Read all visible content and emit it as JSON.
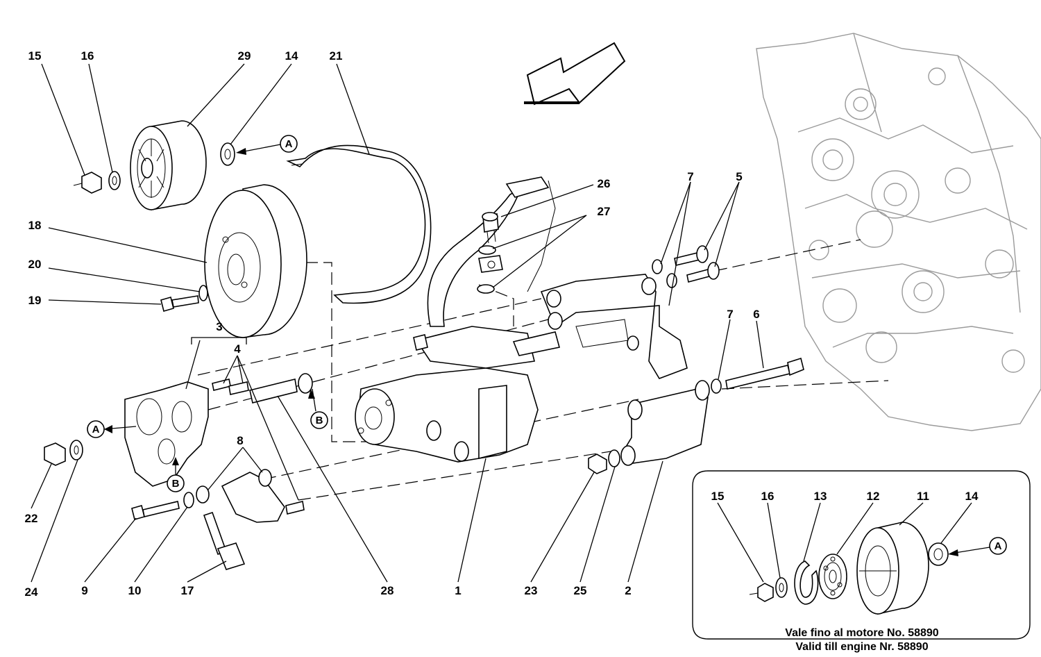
{
  "callouts": {
    "c15": "15",
    "c16": "16",
    "c29": "29",
    "c14": "14",
    "c21": "21",
    "c26": "26",
    "c27": "27",
    "c7a": "7",
    "c5": "5",
    "c18": "18",
    "c20": "20",
    "c19": "19",
    "c3": "3",
    "c4": "4",
    "c7b": "7",
    "c6": "6",
    "c8": "8",
    "c22": "22",
    "c24": "24",
    "c9": "9",
    "c10": "10",
    "c17": "17",
    "c28": "28",
    "c1": "1",
    "c23": "23",
    "c25": "25",
    "c2": "2"
  },
  "refs": {
    "a": "A",
    "b": "B"
  },
  "inset": {
    "callouts": {
      "c15": "15",
      "c16": "16",
      "c13": "13",
      "c12": "12",
      "c11": "11",
      "c14": "14"
    },
    "ref_a": "A",
    "note_line1": "Vale fino al motore No. 58890",
    "note_line2": "Valid till engine Nr. 58890"
  },
  "icons": [
    "direction-arrow-icon",
    "engine-block-outline"
  ]
}
